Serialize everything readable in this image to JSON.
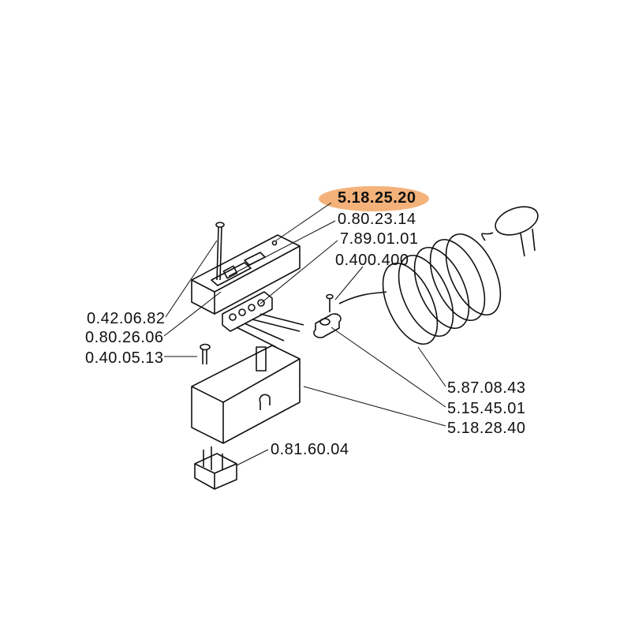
{
  "highlight_color": "#f4b27a",
  "labels": {
    "switch_housing": "5.18.25.20",
    "switch": "0.80.23.14",
    "terminal_block": "7.89.01.01",
    "screw_clamp": "0.400.400",
    "screw_long": "0.42.06.82",
    "switch_small": "0.80.26.06",
    "screw_short": "0.40.05.13",
    "power_cord": "5.87.08.43",
    "cable_clamp": "5.15.45.01",
    "box": "5.18.28.40",
    "connector": "0.81.60.04"
  }
}
